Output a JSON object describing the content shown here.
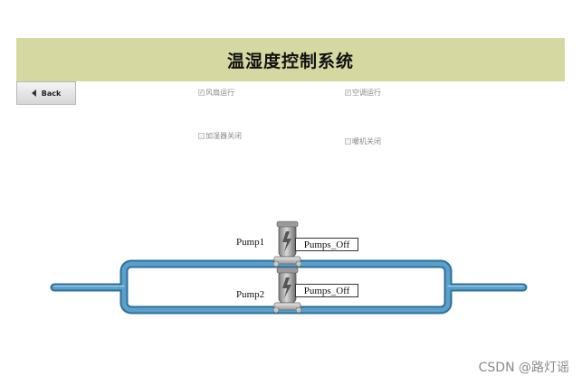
{
  "header": {
    "title": "温湿度控制系统"
  },
  "nav": {
    "back_label": "Back"
  },
  "checkboxes": [
    {
      "label": "风扇运行",
      "checked": true
    },
    {
      "label": "空调运行",
      "checked": true
    },
    {
      "label": "加湿器关闭",
      "checked": false
    },
    {
      "label": "暖机关闭",
      "checked": false
    }
  ],
  "pumps": [
    {
      "name": "Pump1",
      "status": "Pumps_Off"
    },
    {
      "name": "Pump2",
      "status": "Pumps_Off"
    }
  ],
  "watermark": "CSDN @路灯谣",
  "colors": {
    "header_bg": "#d6d8a2",
    "pipe": "#5aa0cc",
    "pipe_edge": "#2f6f98"
  }
}
